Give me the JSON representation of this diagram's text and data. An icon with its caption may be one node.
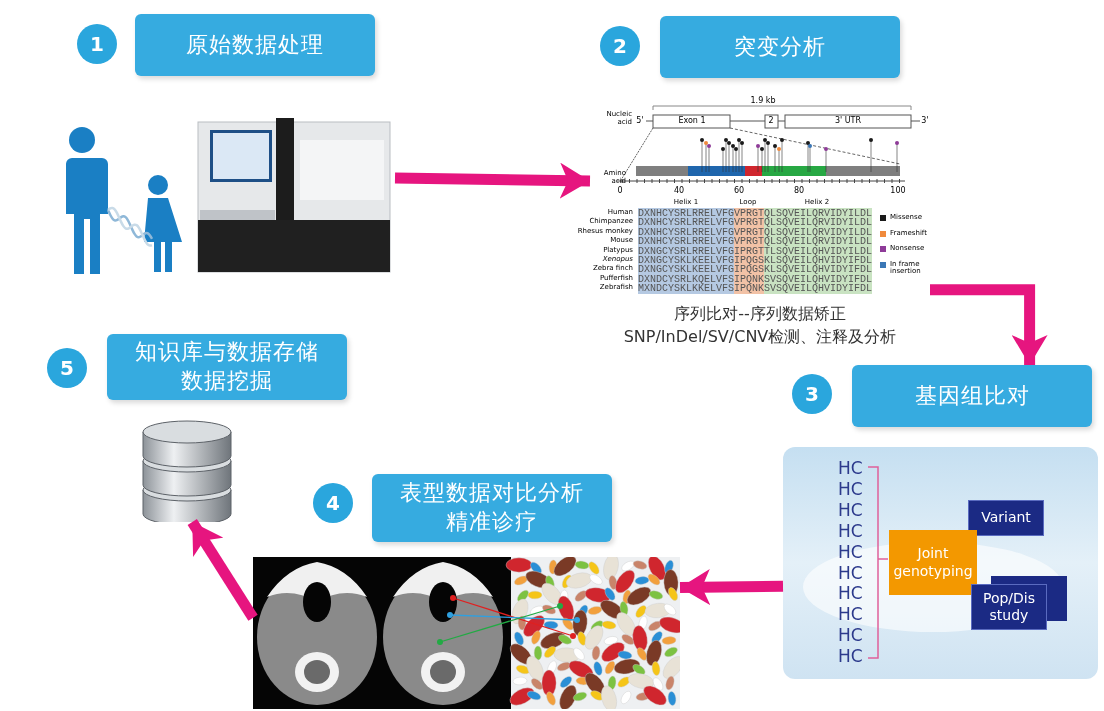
{
  "diagram": {
    "nodes": [
      {
        "text": [
          "1"
        ]
      },
      {
        "text": [
          "原始数据处理"
        ]
      },
      {
        "text": [],
        "shape": "picture"
      },
      {
        "text": [
          "2"
        ]
      },
      {
        "text": [
          "突变分析"
        ]
      },
      {
        "text": [],
        "shape": "picture",
        "beside": [
          "序列比对--序列数据矫正",
          "SNP/InDel/SV/CNV检测、注释及分析"
        ]
      },
      {
        "text": [
          "3"
        ]
      },
      {
        "text": [
          "基因组比对"
        ]
      },
      {
        "text": [],
        "shape": "box"
      },
      {
        "text": [
          "Joint genotyping"
        ],
        "in": 8
      },
      {
        "text": [
          "Variant"
        ],
        "in": 8
      },
      {
        "text": [
          "Pop/Dis study"
        ],
        "in": 8
      },
      {
        "text": [
          "4"
        ]
      },
      {
        "text": [
          "表型数据对比分析精准诊疗"
        ]
      },
      {
        "text": [],
        "shape": "picture"
      },
      {
        "text": [
          "5"
        ]
      },
      {
        "text": [
          "知识库与数据存储数据挖掘"
        ]
      },
      {
        "text": [],
        "shape": "cylinder"
      }
    ],
    "edges": [
      {
        "from": 2,
        "to": 5,
        "arrow": "to"
      },
      {
        "from": 5,
        "to": 7,
        "arrow": "to"
      },
      {
        "from": 8,
        "to": 14,
        "arrow": "to"
      },
      {
        "from": 14,
        "to": 17,
        "arrow": "to"
      }
    ],
    "labels": [
      "1.9 kb",
      "Nucleic acid",
      "5'",
      "Exon 1",
      "2",
      "3' UTR",
      "3'",
      "Amino acid",
      "0",
      "40",
      "60",
      "80",
      "100",
      "Helix 1",
      "Loop",
      "Helix 2",
      "Human",
      "DXNHCYSRLRRELVFGVPRGTQLSQVEILQRVIDYILDL",
      "Chimpanzee",
      "DXNHCYSRLRRELVFGVPRGTQLSQVEILQRVIDYILDL",
      "Rhesus monkey",
      "DXNHCYSRLRRELVFGVPRGTQLSQVEILQRVIDYILDL",
      "Mouse",
      "DXNHCYSRLRRELVFGVPRGTQLSQVEILQRVIDYILDL",
      "Platypus",
      "DXNGCYSRLRRELVFGIPRGTTLSQVEILQHVIDYILDL",
      "Xenopus",
      "DXNGCYSKLKEELVFGIPQGSKLSQVEILQHVIDYIFDL",
      "Zebra finch",
      "DXNGCYSKLKEELVFGIPQGSKLSQVEILQHVIDYIFDL",
      "Pufferfish",
      "DXNDCYSRLKQELVFSIPQNKSVSQVEILQHVIDYIFDL",
      "Zebrafish",
      "MXNDCYSKLKKELVFSIPQNKSVSQVEILQHVIDYIFDL",
      "HC",
      "HC",
      "HC",
      "HC",
      "HC",
      "HC",
      "HC",
      "HC",
      "HC",
      "HC"
    ],
    "legend": [
      {
        "text": "Missense",
        "color": "#1a1a1a"
      },
      {
        "text": "Frameshift",
        "color": "#f08a3c"
      },
      {
        "text": "Nonsense",
        "color": "#8e3b98"
      },
      {
        "text": "In frame insertion",
        "color": "#3b77b6"
      }
    ]
  }
}
